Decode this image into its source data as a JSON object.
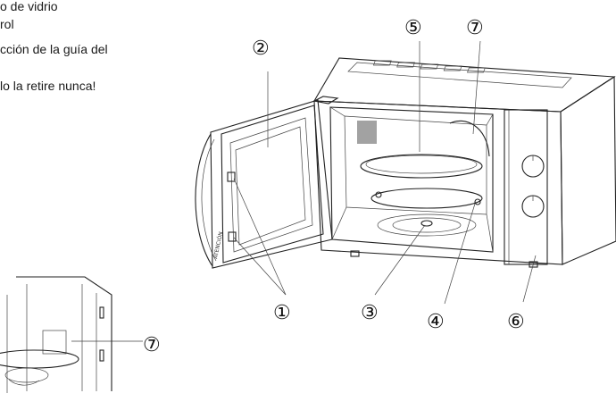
{
  "text_lines": [
    "o de vidrio",
    "rol",
    "cción de la guía del",
    "lo la retire nunca!"
  ],
  "callouts": {
    "c1": "①",
    "c2": "②",
    "c3": "③",
    "c4": "④",
    "c5": "⑤",
    "c6": "⑥",
    "c7_top": "⑦",
    "c7_side": "⑦"
  },
  "door_vertical_text": "ATENCIÓN"
}
